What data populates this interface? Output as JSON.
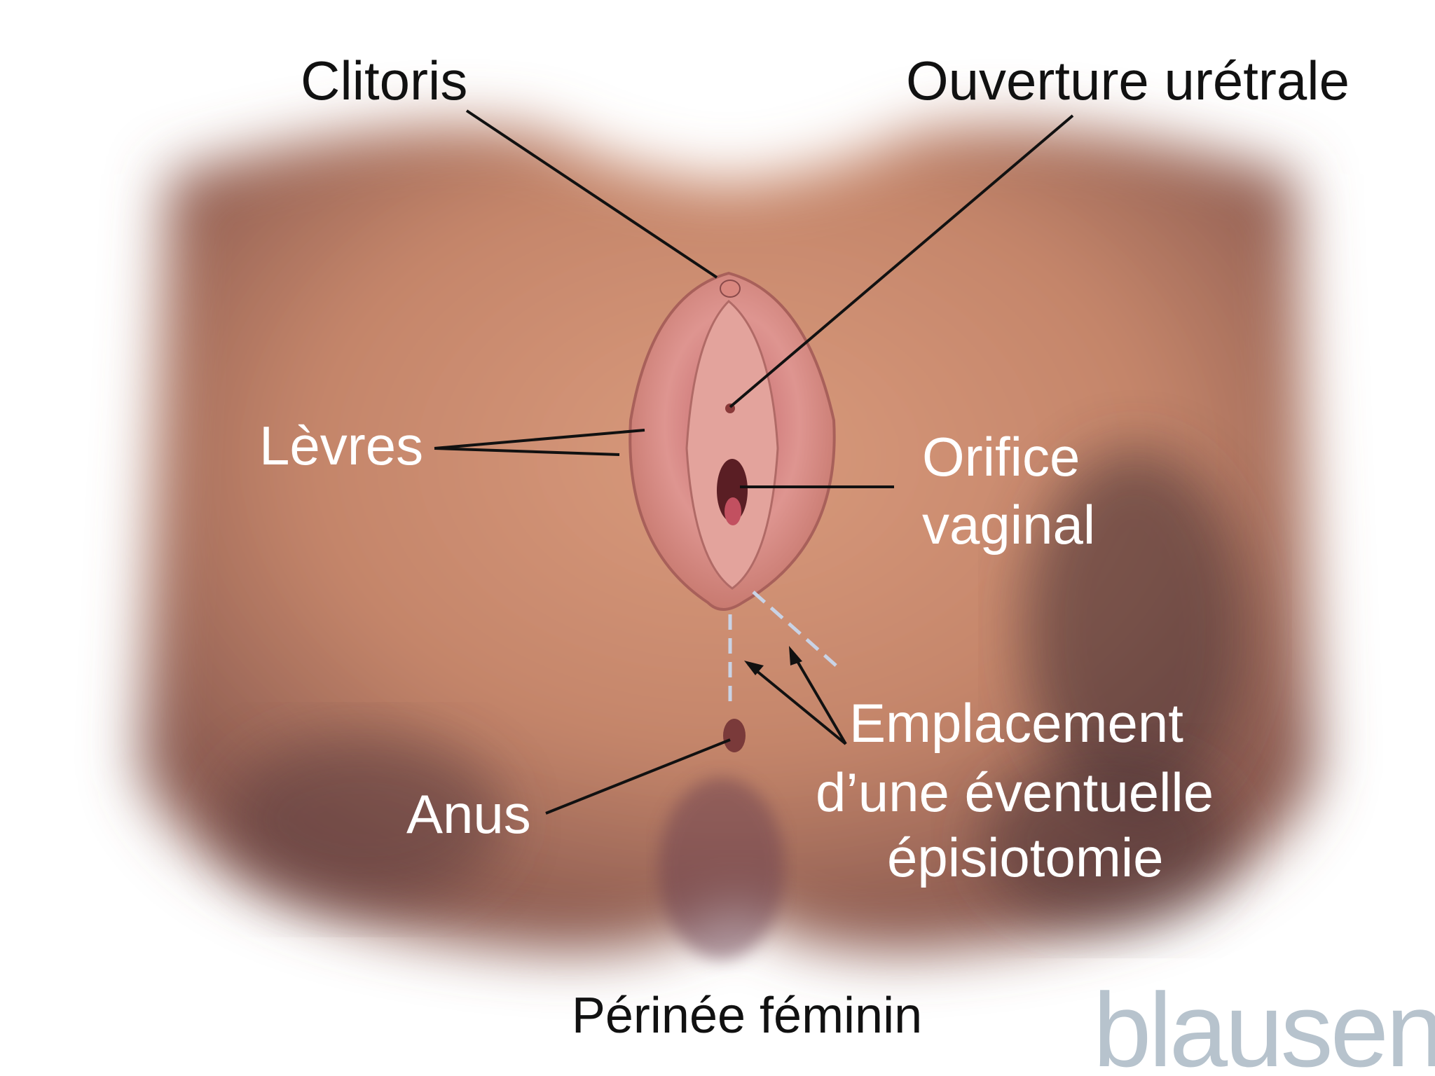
{
  "labels": {
    "clitoris": "Clitoris",
    "urethral_opening": "Ouverture urétrale",
    "labia": "Lèvres",
    "vaginal_opening_line1": "Orifice",
    "vaginal_opening_line2": "vaginal",
    "anus": "Anus",
    "episiotomy_line1": "Emplacement",
    "episiotomy_line2": "d’une éventuelle",
    "episiotomy_line3": "épisiotomie"
  },
  "caption": "Périnée féminin",
  "logo": "blausen",
  "colors": {
    "skin": "#c98a6e",
    "shadow": "#5a3a3e",
    "tissue": "#d98a86",
    "logo": "#b7c3cd",
    "dashed": "#c9d3e6"
  }
}
